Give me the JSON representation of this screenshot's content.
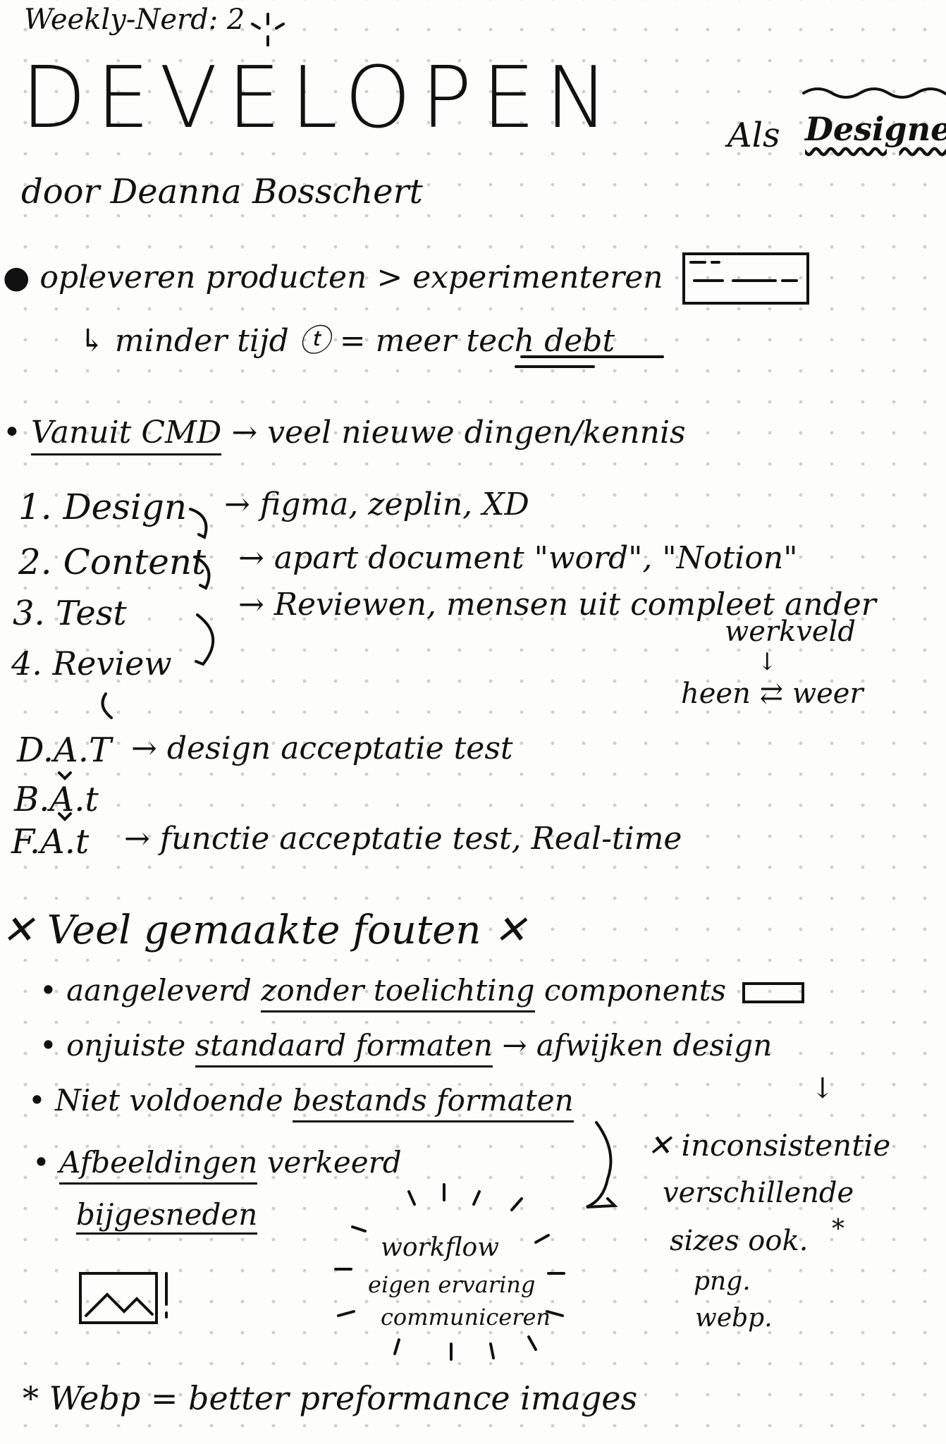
{
  "header": {
    "weekly": "Weekly-Nerd: 2",
    "title": "DEVELOPEN",
    "als": "Als",
    "designer": "Designer",
    "author": "door Deanna Bosschert"
  },
  "intro": {
    "line1": "opleveren producten > experimenteren",
    "line2": "↳ minder tijd ⓣ = meer tech debt"
  },
  "vanuit": {
    "lead": "Vanuit CMD",
    "rest": "→ veel nieuwe dingen/kennis"
  },
  "steps": [
    {
      "label": "1. Design",
      "note": "→ figma, zeplin, XD"
    },
    {
      "label": "2. Content",
      "note": "→ apart document \"word\", \"Notion\""
    },
    {
      "label": "3. Test",
      "note": "→ Reviewen, mensen uit compleet ander"
    },
    {
      "label": "4. Review",
      "note": ""
    }
  ],
  "werkveld": "werkveld",
  "heen_weer": {
    "heen": "heen",
    "arrows": "⇄",
    "weer": "weer"
  },
  "acceptance": [
    {
      "code": "D.A.T",
      "desc": "→ design acceptatie test"
    },
    {
      "code": "B.A.t",
      "desc": ""
    },
    {
      "code": "F.A.t",
      "desc": "→ functie acceptatie test, Real-time"
    }
  ],
  "mistakes": {
    "heading": "✕ Veel gemaakte fouten ✕",
    "items": [
      {
        "a": "aangeleverd",
        "b": "zonder toelichting",
        "c": "components"
      },
      {
        "a": "onjuiste",
        "b": "standaard formaten",
        "c": "→ afwijken design"
      },
      {
        "a": "Niet voldoende",
        "b": "bestands formaten",
        "c": ""
      },
      {
        "a": "Afbeeldingen",
        "b": "verkeerd",
        "c": ""
      }
    ],
    "bijgesneden": "bijgesneden"
  },
  "side": {
    "inconsistentie": "✕ inconsistentie",
    "lines": [
      "verschillende",
      "sizes ook.",
      "png.",
      "webp."
    ],
    "star": "*",
    "down": "↓"
  },
  "burst": {
    "lines": [
      "workflow",
      "eigen ervaring",
      "communiceren"
    ]
  },
  "footnote": "* Webp = better preformance images",
  "colors": {
    "ink": "#111111",
    "paper": "#fdfdfb",
    "dot": "#cfcfcf"
  }
}
